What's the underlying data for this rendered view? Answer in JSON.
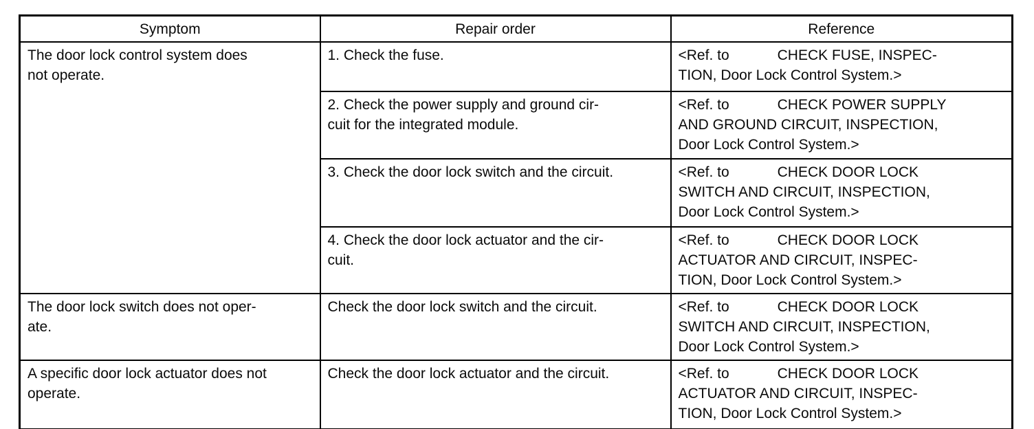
{
  "table": {
    "headers": [
      "Symptom",
      "Repair order",
      "Reference"
    ],
    "groups": [
      {
        "symptom_lines": [
          "The door lock control system does",
          "not operate."
        ],
        "rows": [
          {
            "repair_lines": [
              "1. Check the fuse."
            ],
            "ref_lines": [
              "<Ref. to            CHECK FUSE, INSPEC-",
              "TION, Door Lock Control System.>"
            ]
          },
          {
            "repair_lines": [
              "2. Check the power supply and ground cir-",
              "cuit for the integrated module."
            ],
            "ref_lines": [
              "<Ref. to            CHECK POWER SUPPLY",
              "AND GROUND CIRCUIT, INSPECTION,",
              "Door Lock Control System.>"
            ]
          },
          {
            "repair_lines": [
              "3. Check the door lock switch and the circuit."
            ],
            "ref_lines": [
              "<Ref. to            CHECK DOOR LOCK",
              "SWITCH AND CIRCUIT, INSPECTION,",
              "Door Lock Control System.>"
            ]
          },
          {
            "repair_lines": [
              "4. Check the door lock actuator and the cir-",
              "cuit."
            ],
            "ref_lines": [
              "<Ref. to            CHECK DOOR LOCK",
              "ACTUATOR AND CIRCUIT, INSPEC-",
              "TION, Door Lock Control System.>"
            ]
          }
        ]
      },
      {
        "symptom_lines": [
          "The door lock switch does not oper-",
          "ate."
        ],
        "rows": [
          {
            "repair_lines": [
              "Check the door lock switch and the circuit."
            ],
            "ref_lines": [
              "<Ref. to            CHECK DOOR LOCK",
              "SWITCH AND CIRCUIT, INSPECTION,",
              "Door Lock Control System.>"
            ]
          }
        ]
      },
      {
        "symptom_lines": [
          "A specific door lock actuator does not",
          "operate."
        ],
        "rows": [
          {
            "repair_lines": [
              "Check the door lock actuator and the circuit."
            ],
            "ref_lines": [
              "<Ref. to            CHECK DOOR LOCK",
              "ACTUATOR AND CIRCUIT, INSPEC-",
              "TION, Door Lock Control System.>"
            ]
          }
        ]
      }
    ],
    "border_color": "#000000",
    "text_color": "#0a0a0a",
    "background_color": "#ffffff"
  }
}
